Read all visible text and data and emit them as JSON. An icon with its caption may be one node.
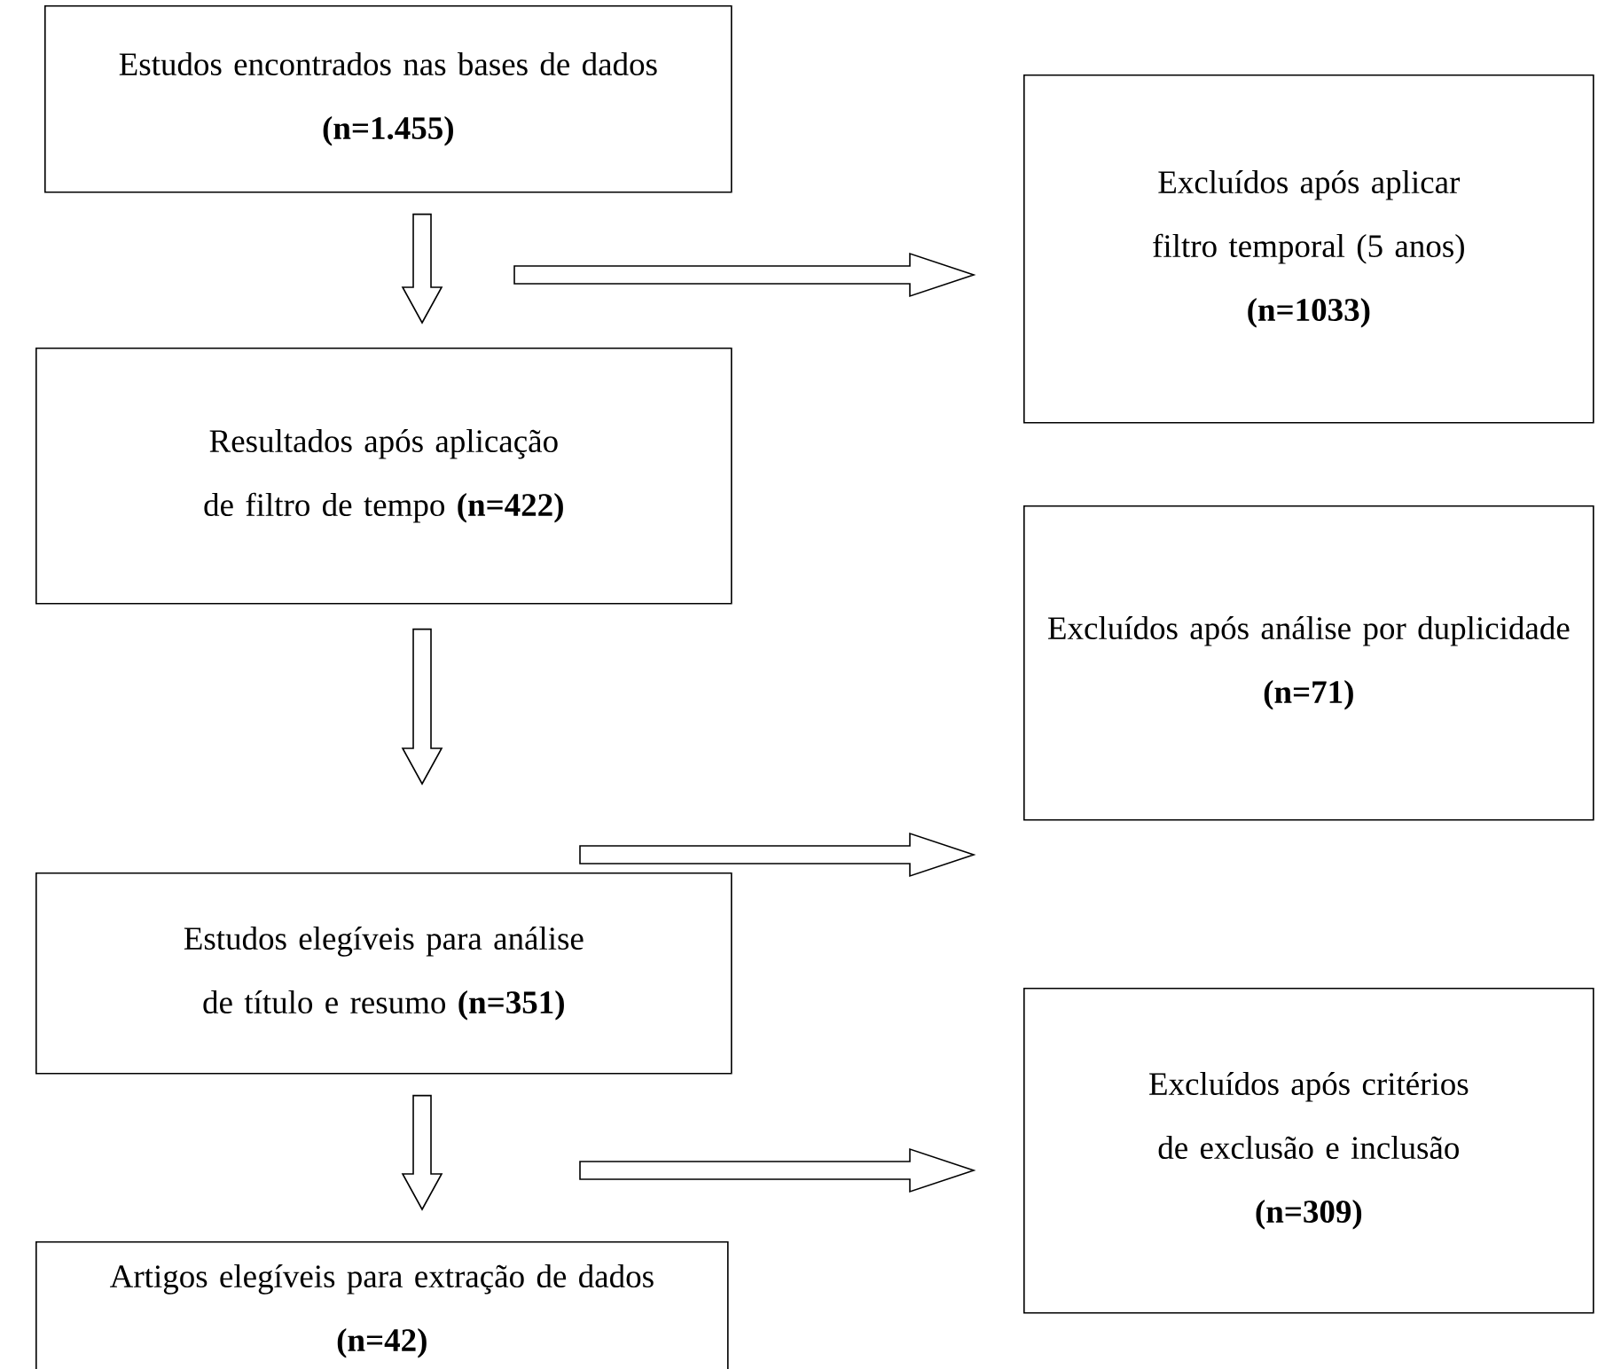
{
  "diagram": {
    "nodes": [
      {
        "text": [
          "Estudos encontrados nas bases de dados",
          "(n=1.455)"
        ]
      },
      {
        "text": [
          "Excluídos após aplicar filtro temporal (5 anos)",
          "(n=1033)"
        ]
      },
      {
        "text": [
          "Resultados após aplicação de filtro de tempo **(n=422)**"
        ]
      },
      {
        "text": [
          "Excluídos após análise por duplicidade",
          "(n=71)"
        ]
      },
      {
        "text": [
          "Estudos elegíveis para análise de título e resumo **(n=351)**"
        ]
      },
      {
        "text": [
          "Excluídos após critérios de exclusão e inclusão",
          "(n=309)"
        ]
      },
      {
        "text": [
          "Artigos elegíveis para extração de dados",
          "(n=42)"
        ]
      }
    ],
    "edges": [
      {
        "from": 0,
        "to": 2,
        "arrow": "to"
      },
      {
        "from": null,
        "to": 1,
        "arrow": "to"
      },
      {
        "from": 2,
        "to": 4,
        "arrow": "to"
      },
      {
        "from": null,
        "to": 3,
        "arrow": "to"
      },
      {
        "from": 4,
        "to": 6,
        "arrow": "to"
      },
      {
        "from": null,
        "to": 5,
        "arrow": "to"
      }
    ]
  }
}
